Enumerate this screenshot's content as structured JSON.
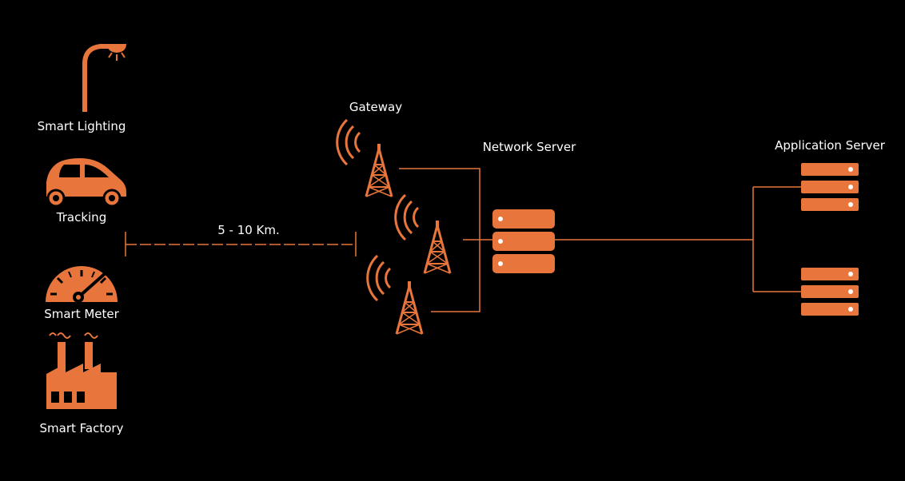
{
  "colors": {
    "accent": "#e8763c",
    "background": "#000000",
    "text": "#ffffff"
  },
  "devices": [
    {
      "label": "Smart Lighting",
      "icon": "street-light-icon"
    },
    {
      "label": "Tracking",
      "icon": "car-icon"
    },
    {
      "label": "Smart Meter",
      "icon": "gauge-icon"
    },
    {
      "label": "Smart Factory",
      "icon": "factory-icon"
    }
  ],
  "range_label": "5 - 10 Km.",
  "gateway_label": "Gateway",
  "network_server_label": "Network Server",
  "application_server_label": "Application Server"
}
